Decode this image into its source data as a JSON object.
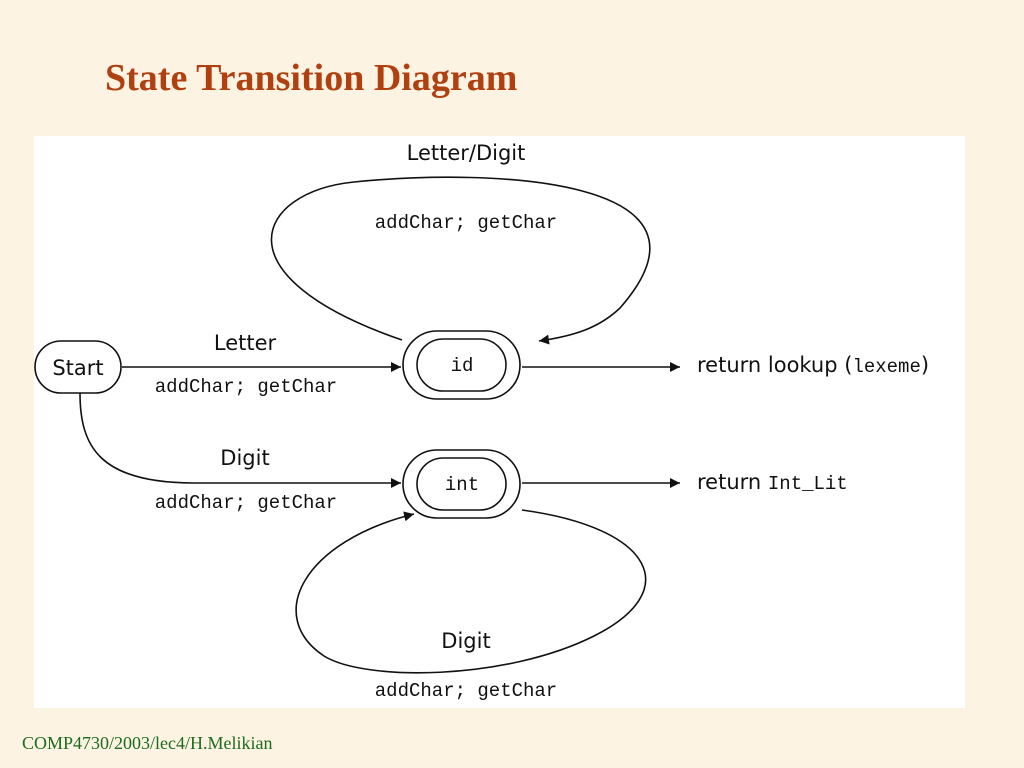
{
  "slide": {
    "title": "State Transition Diagram",
    "footer": "COMP4730/2003/lec4/H.Melikian"
  },
  "diagram": {
    "states": {
      "start": "Start",
      "id": "id",
      "int": "int"
    },
    "transitions": {
      "id_loop": {
        "label": "Letter/Digit",
        "action": "addChar; getChar"
      },
      "start_to_id": {
        "label": "Letter",
        "action": "addChar; getChar"
      },
      "start_to_int": {
        "label": "Digit",
        "action": "addChar; getChar"
      },
      "int_loop": {
        "label": "Digit",
        "action": "addChar; getChar"
      }
    },
    "outputs": {
      "id_return_prefix": "return lookup (",
      "id_return_code": "lexeme",
      "id_return_suffix": ")",
      "int_return_prefix": "return ",
      "int_return_code": "Int_Lit"
    }
  },
  "colors": {
    "background": "#fdf3e3",
    "title": "#b0400f",
    "footer": "#1d6b1d"
  }
}
